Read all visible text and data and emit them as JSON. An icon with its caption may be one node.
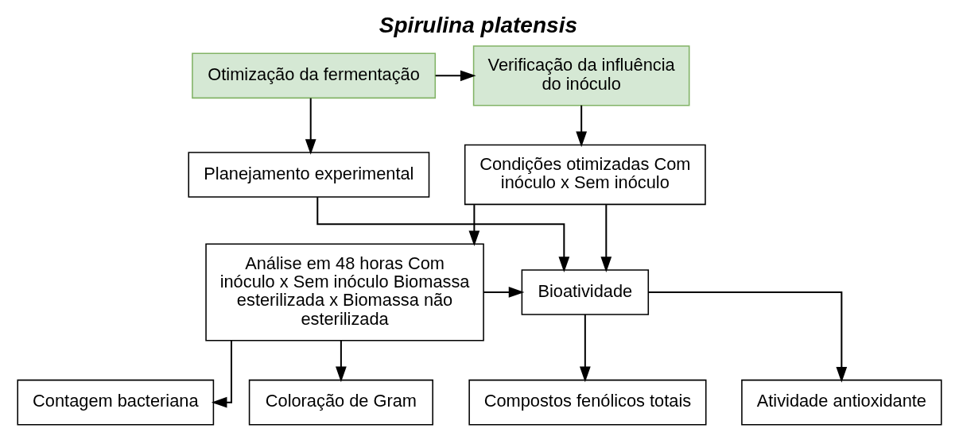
{
  "diagram": {
    "title": "Spirulina platensis",
    "nodes": [
      {
        "text": [
          "Otimização da fermentação"
        ]
      },
      {
        "text": [
          "Verificação da influência do inóculo"
        ]
      },
      {
        "text": [
          "Planejamento experimental"
        ]
      },
      {
        "text": [
          "Condições otimizadas Com inóculo x Sem inóculo"
        ]
      },
      {
        "text": [
          "Bioatividade"
        ]
      },
      {
        "text": [
          "Análise em 48 horas Com inóculo x Sem inóculo Biomassa esterilizada x Biomassa não esterilizada"
        ]
      },
      {
        "text": [
          "Compostos fenólicos totais"
        ]
      },
      {
        "text": [
          "Atividade antioxidante"
        ]
      },
      {
        "text": [
          "Contagem bacteriana"
        ]
      },
      {
        "text": [
          "Coloração de Gram"
        ]
      }
    ],
    "edges": [
      {
        "from": 0,
        "to": 1,
        "arrow": "to"
      },
      {
        "from": 0,
        "to": 2,
        "arrow": "to"
      },
      {
        "from": 1,
        "to": 3,
        "arrow": "to"
      },
      {
        "from": 2,
        "to": 4,
        "arrow": "to"
      },
      {
        "from": 3,
        "to": 5,
        "arrow": "to"
      },
      {
        "from": 3,
        "to": 4,
        "arrow": "to"
      },
      {
        "from": 5,
        "to": 4,
        "arrow": "to"
      },
      {
        "from": 4,
        "to": 6,
        "arrow": "to"
      },
      {
        "from": 4,
        "to": 7,
        "arrow": "to"
      },
      {
        "from": 5,
        "to": 8,
        "arrow": "to"
      },
      {
        "from": 5,
        "to": 9,
        "arrow": "to"
      }
    ]
  }
}
